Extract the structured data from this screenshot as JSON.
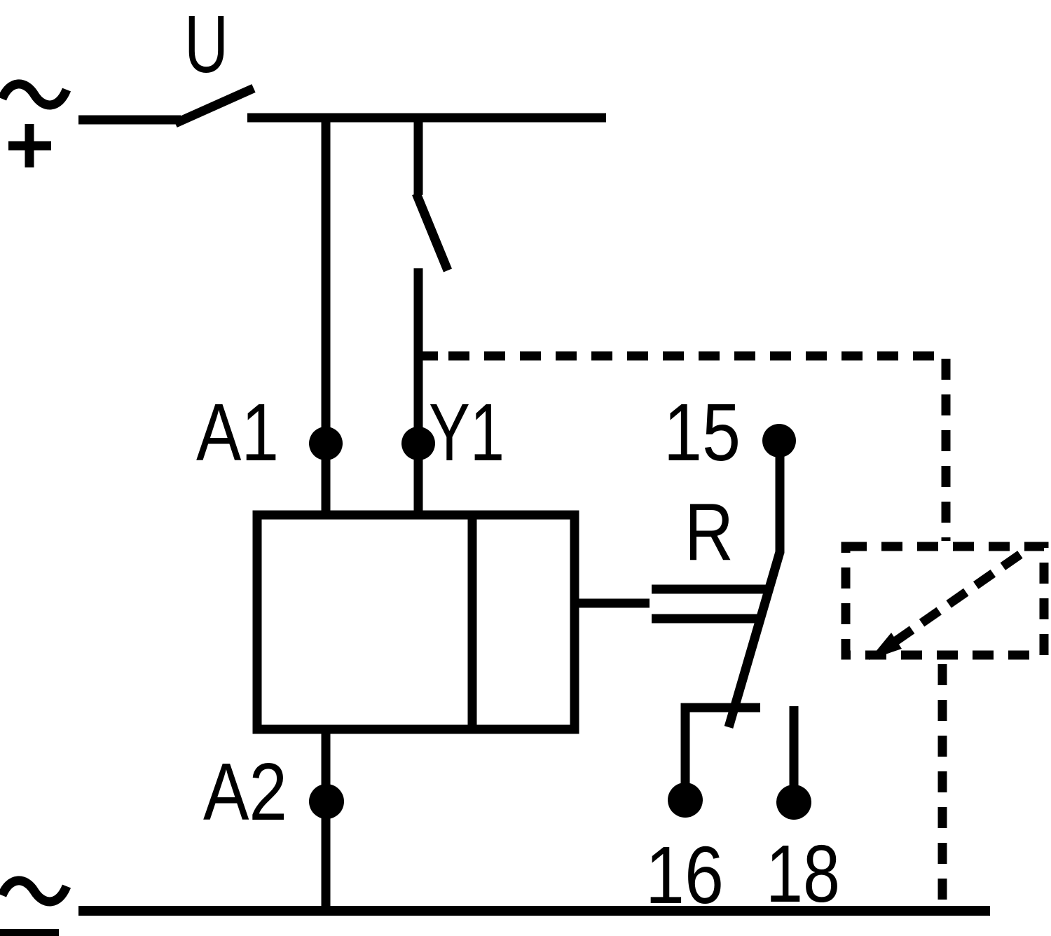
{
  "diagram": {
    "kind": "relay-timer schematic",
    "colors": {
      "line": "#000000",
      "background": "#ffffff"
    },
    "labels": {
      "supply_top_tilde": "~",
      "supply_top_plus": "+",
      "supply_bottom_tilde": "~",
      "supply_bottom_minus": "-",
      "control_switch": "U",
      "terminal_a1": "A1",
      "terminal_y1": "Y1",
      "terminal_a2": "A2",
      "terminal_15": "15",
      "terminal_16": "16",
      "terminal_18": "18",
      "reset_function": "R"
    }
  }
}
